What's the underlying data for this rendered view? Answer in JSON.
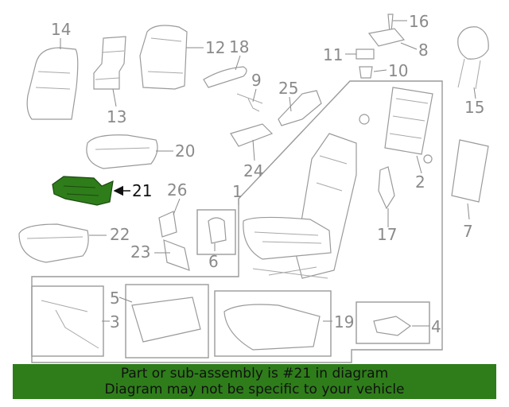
{
  "callouts": {
    "p1": "1",
    "p2": "2",
    "p3": "3",
    "p4": "4",
    "p5": "5",
    "p6": "6",
    "p7": "7",
    "p8": "8",
    "p9": "9",
    "p10": "10",
    "p11": "11",
    "p12": "12",
    "p13": "13",
    "p14": "14",
    "p15": "15",
    "p16": "16",
    "p17": "17",
    "p18": "18",
    "p19": "19",
    "p20": "20",
    "p21": "21",
    "p22": "22",
    "p23": "23",
    "p24": "24",
    "p25": "25",
    "p26": "26"
  },
  "highlighted_part": "21",
  "banner": {
    "line1": "Part or sub-assembly is #21 in diagram",
    "line2": "Diagram may not be specific to your vehicle"
  },
  "colors": {
    "highlight": "#2e7d1a",
    "banner_bg": "#2e7d1a",
    "part_line": "#9a9a9a"
  }
}
